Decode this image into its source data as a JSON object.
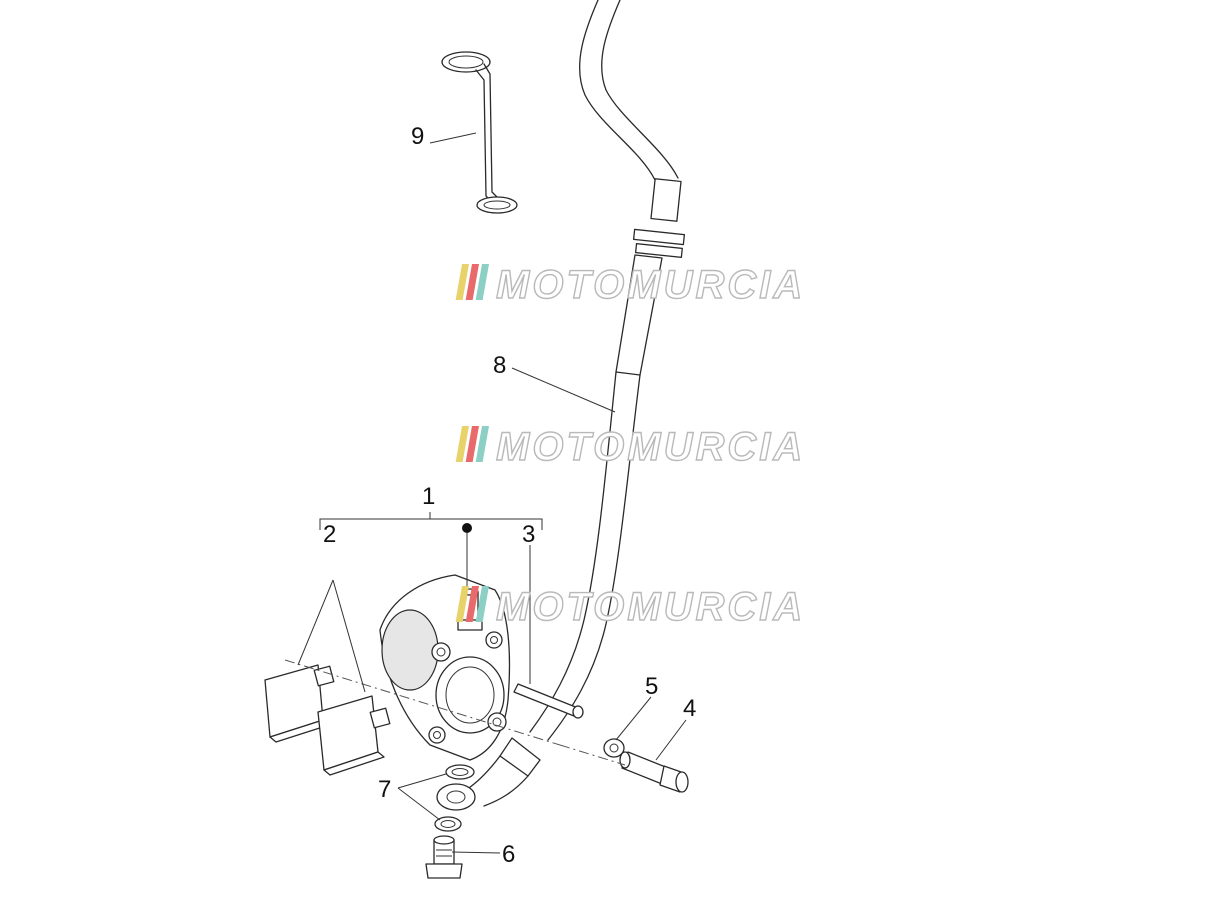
{
  "watermark": {
    "text": "MOTOMURCIA",
    "stripe_colors": [
      "#e8d36a",
      "#e96a6a",
      "#8ccfc4"
    ]
  },
  "callouts": {
    "c1": "1",
    "c2": "2",
    "c3": "3",
    "c4": "4",
    "c5": "5",
    "c6": "6",
    "c7": "7",
    "c8": "8",
    "c9": "9"
  },
  "colors": {
    "ink": "#2a2a2a",
    "watermark_outline": "#b9b9b9"
  }
}
